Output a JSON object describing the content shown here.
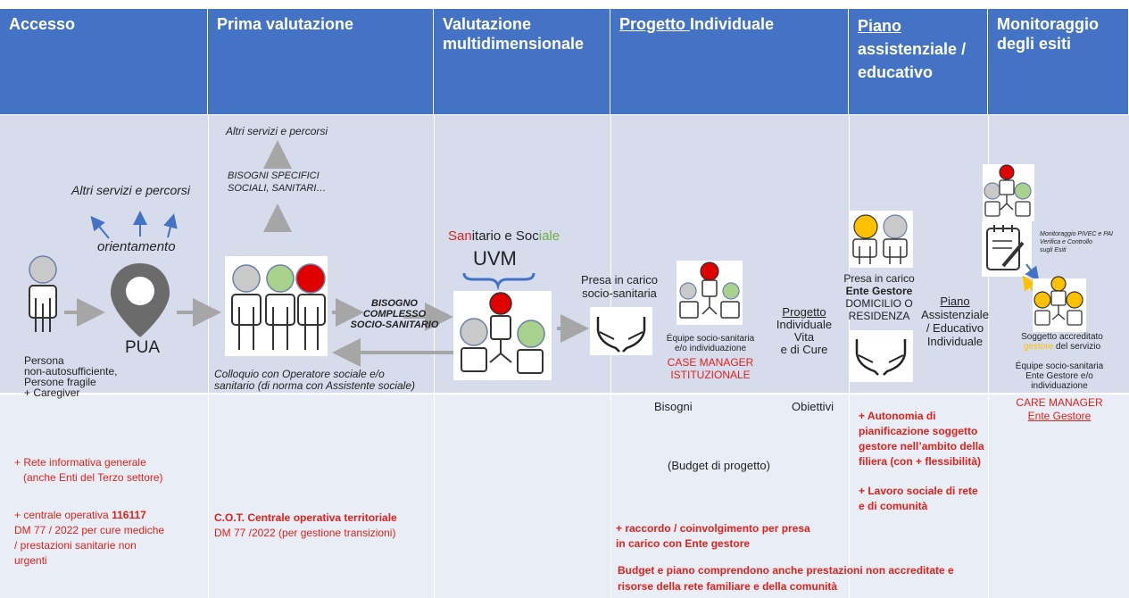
{
  "headers": {
    "accesso": "Accesso",
    "prima": "Prima valutazione",
    "valutazione": "Valutazione multidimensionale",
    "progetto_u": "Progetto ",
    "progetto_rest": "Individuale",
    "piano_u": "Piano",
    "piano_rest": "assistenziale / educativo",
    "monitoraggio": "Monitoraggio degli esiti"
  },
  "accesso": {
    "altri": "Altri servizi e percorsi",
    "orientamento": "orientamento",
    "pua": "PUA",
    "persona": "Persona",
    "persona2": "non-autosufficiente,",
    "persona3": "Persone fragile",
    "persona4": "+ Caregiver"
  },
  "prima": {
    "altri": "Altri servizi e percorsi",
    "bisogni1": "BISOGNI SPECIFICI",
    "bisogni2": "SOCIALI, SANITARI…",
    "colloquio1": "Colloquio con Operatore sociale e/o",
    "colloquio2": "sanitario (di norma con Assistente sociale)",
    "bisogno1": "BISOGNO",
    "bisogno2": "COMPLESSO",
    "bisogno3": "SOCIO-SANITARIO"
  },
  "valutazione": {
    "san1": "San",
    "san2": "itario e Soc",
    "san3": "iale",
    "uvm": "UVM"
  },
  "progetto": {
    "presa1": "Presa in carico",
    "presa2": "socio-sanitaria",
    "equipe1": "Équipe socio-sanitaria",
    "equipe2": "e/o individuazione",
    "case1": "CASE MANAGER",
    "case2": "ISTITUZIONALE",
    "pv1": "Progetto",
    "pv2": "Individuale Vita",
    "pv3": "e di Cure"
  },
  "piano": {
    "presa1": "Presa in carico",
    "presa2": "Ente Gestore",
    "presa3": "DOMICILIO O",
    "presa4": "RESIDENZA",
    "pae1": "Piano",
    "pae2": "Assistenziale",
    "pae3": "/ Educativo",
    "pae4": "Individuale"
  },
  "monitoraggio": {
    "mon1": "Monitoraggio PIVEC e PAI",
    "mon2": "Verifica e Controllo",
    "mon3": "sugli Esiti",
    "sogg1": "Soggetto accreditato",
    "sogg2a": "gestore",
    "sogg2b": " del servizio",
    "eq1": "Équipe socio-sanitaria",
    "eq2": "Ente Gestore e/o",
    "eq3": "individuazione",
    "care1": "CARE MANAGER",
    "care2": "Ente Gestore"
  },
  "bottom": {
    "rete1": "+ Rete informativa generale",
    "rete2": "(anche Enti del Terzo settore)",
    "centrale1a": "+ centrale operativa ",
    "centrale1b": "116117",
    "centrale2": "DM 77 / 2022 per  cure mediche",
    "centrale3": "/ prestazioni sanitarie non",
    "centrale4": "urgenti",
    "cot1": "C.O.T. Centrale operativa territoriale",
    "cot2": "DM 77 /2022 (per gestione transizioni)",
    "bisogni": "Bisogni",
    "obiettivi": "Obiettivi",
    "budget": "(Budget di progetto)",
    "raccordo1": "+ raccordo / coinvolgimento per presa",
    "raccordo2": "in carico con Ente gestore",
    "budget_piano1": "Budget e piano comprendono anche prestazioni non accreditate e",
    "budget_piano2": "risorse della rete familiare e della comunità",
    "auto1": "+ Autonomia di",
    "auto2": "pianificazione soggetto",
    "auto3": "gestore nell’ambito della",
    "auto4": "filiera (con + flessibilità)",
    "lavoro1": "+ Lavoro sociale di rete",
    "lavoro2": "e di comunità"
  },
  "colors": {
    "header_blue": "#4472c4",
    "middle_band": "#d6dcec",
    "bottom_band": "#e9edf6",
    "red": "#e0221c",
    "green": "#a9d18e",
    "grey": "#c9c9c9",
    "yellow": "#ffc000",
    "arrow_grey": "#a6a6a6",
    "arrow_blue": "#4472c4"
  }
}
